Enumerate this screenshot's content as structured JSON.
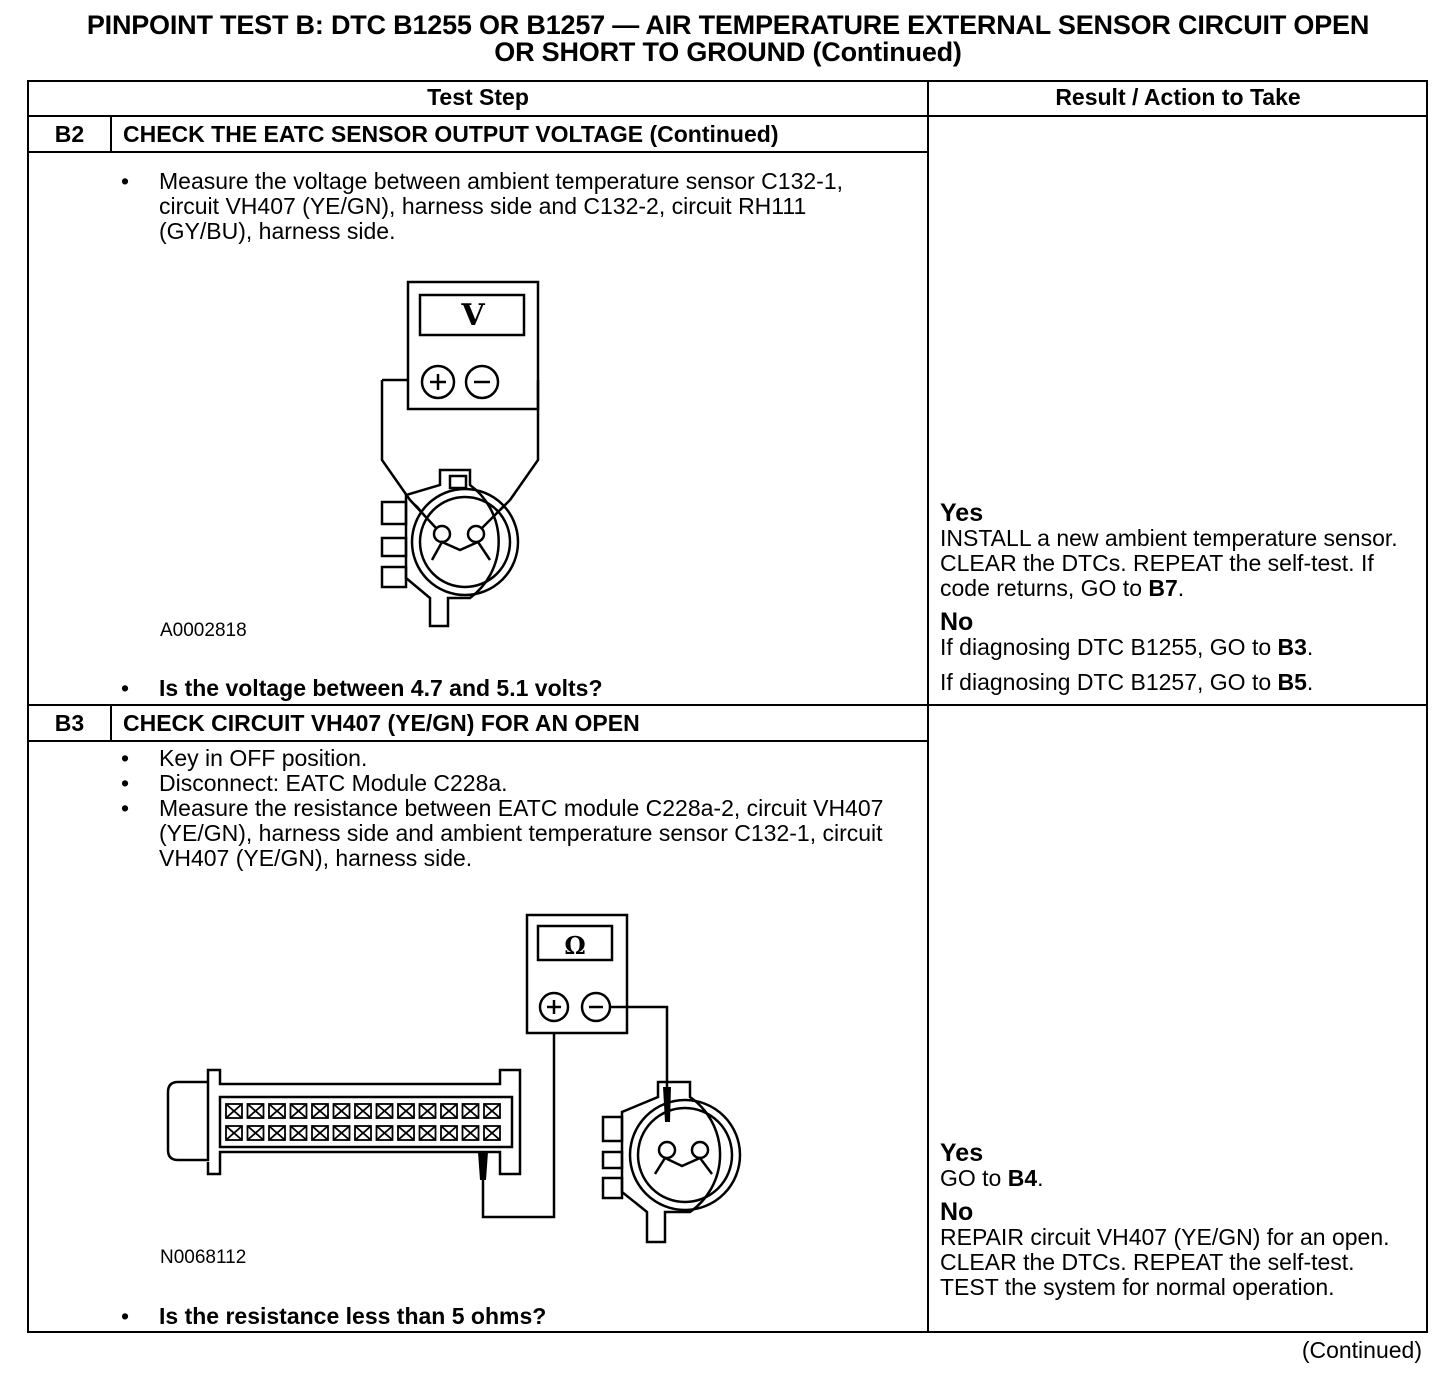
{
  "title_line1": "PINPOINT TEST B: DTC B1255 OR B1257 — AIR TEMPERATURE EXTERNAL SENSOR CIRCUIT OPEN",
  "title_line2": "OR SHORT TO GROUND (Continued)",
  "table": {
    "col_test_step": "Test Step",
    "col_result": "Result / Action to Take"
  },
  "steps": [
    {
      "number": "B2",
      "title": "CHECK THE EATC SENSOR OUTPUT VOLTAGE (Continued)",
      "bullets": [
        "Measure the voltage between ambient temperature sensor C132-1, circuit VH407 (YE/GN), harness side and C132-2, circuit RH111 (GY/BU), harness side."
      ],
      "figure_id": "A0002818",
      "meter_symbol": "V",
      "question": "Is the voltage between 4.7 and 5.1 volts?",
      "yes_label": "Yes",
      "yes_text_pre": "INSTALL a new ambient temperature sensor. CLEAR the DTCs. REPEAT the self-test. If code returns, GO to ",
      "yes_ref": "B7",
      "no_label": "No",
      "no_line1_pre": "If diagnosing DTC B1255, GO to ",
      "no_line1_ref": "B3",
      "no_line2_pre": "If diagnosing DTC B1257, GO to ",
      "no_line2_ref": "B5"
    },
    {
      "number": "B3",
      "title": "CHECK CIRCUIT VH407 (YE/GN) FOR AN OPEN",
      "bullets": [
        "Key in OFF position.",
        "Disconnect: EATC Module C228a.",
        "Measure the resistance between EATC module C228a-2, circuit VH407 (YE/GN), harness side and ambient temperature sensor C132-1, circuit VH407 (YE/GN), harness side."
      ],
      "figure_id": "N0068112",
      "meter_symbol": "Ω",
      "question": "Is the resistance less than 5 ohms?",
      "yes_label": "Yes",
      "yes_text_pre": "GO to ",
      "yes_ref": "B4",
      "no_label": "No",
      "no_text": "REPAIR circuit VH407 (YE/GN) for an open. CLEAR the DTCs. REPEAT the self-test. TEST the system for normal operation."
    }
  ],
  "continued": "(Continued)"
}
